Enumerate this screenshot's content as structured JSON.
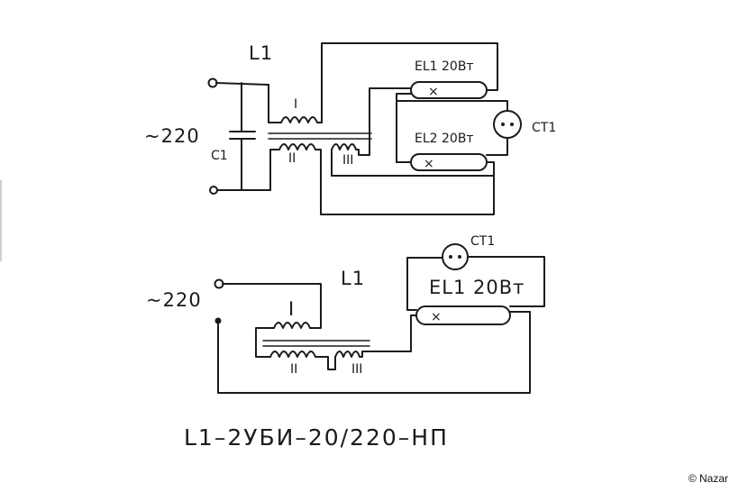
{
  "top_circuit": {
    "inductor_label": "L1",
    "supply_label": "~220",
    "capacitor_label": "C1",
    "winding_1": "I",
    "winding_2": "II",
    "winding_3": "III",
    "lamp_1_label": "EL1 20Вт",
    "lamp_2_label": "EL2 20Вт",
    "starter_label": "СТ1",
    "lamp_mark": "×"
  },
  "bottom_circuit": {
    "inductor_label": "L1",
    "supply_label": "~220",
    "winding_1": "I",
    "winding_2": "II",
    "winding_3": "III",
    "lamp_1_label": "EL1 20Вт",
    "starter_label": "СТ1",
    "lamp_mark": "×"
  },
  "part_number": "L1–2УБИ–20/220–НП",
  "copyright": "© Nazar"
}
